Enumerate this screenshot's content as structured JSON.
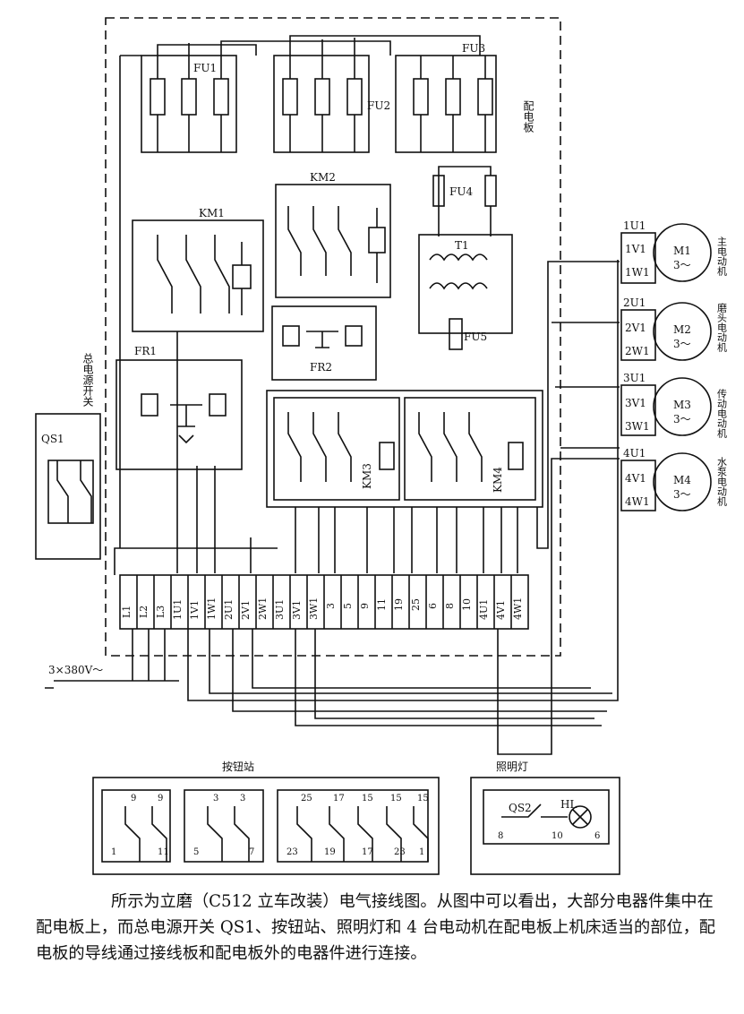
{
  "labels": {
    "panel": "配电板",
    "fu1": "FU1",
    "fu2": "FU2",
    "fu3": "FU3",
    "fu4": "FU4",
    "fu5": "FU5",
    "km1": "KM1",
    "km2": "KM2",
    "km3": "KM3",
    "km4": "KM4",
    "fr1": "FR1",
    "fr2": "FR2",
    "t1": "T1",
    "qs1": "QS1",
    "main_switch": "总电源开关",
    "supply": "3×380V～",
    "button_station": "按钮站",
    "lighting": "照明灯",
    "qs2": "QS2",
    "hl": "HL"
  },
  "motors": [
    {
      "id": "M1",
      "phase": "3～",
      "terminals": [
        "1U1",
        "1V1",
        "1W1"
      ],
      "desc": "主电动机"
    },
    {
      "id": "M2",
      "phase": "3～",
      "terminals": [
        "2U1",
        "2V1",
        "2W1"
      ],
      "desc": "磨头电动机"
    },
    {
      "id": "M3",
      "phase": "3～",
      "terminals": [
        "3U1",
        "3V1",
        "3W1"
      ],
      "desc": "传动电动机"
    },
    {
      "id": "M4",
      "phase": "3～",
      "terminals": [
        "4U1",
        "4V1",
        "4W1"
      ],
      "desc": "水泵电动机"
    }
  ],
  "terminal_block": [
    "L1",
    "L2",
    "L3",
    "1U1",
    "1V1",
    "1W1",
    "2U1",
    "2V1",
    "2W1",
    "3U1",
    "3V1",
    "3W1",
    "3",
    "5",
    "9",
    "11",
    "19",
    "25",
    "6",
    "8",
    "10",
    "4U1",
    "4V1",
    "4W1"
  ],
  "button_station": {
    "top_numbers": [
      "9",
      "9",
      "3",
      "3",
      "25",
      "17",
      "15",
      "15",
      "15"
    ],
    "bottom_numbers": [
      "1",
      "11",
      "5",
      "7",
      "23",
      "19",
      "17",
      "23",
      "1"
    ]
  },
  "lamp_numbers": [
    "8",
    "10",
    "6"
  ],
  "caption": "所示为立磨（C512 立车改装）电气接线图。从图中可以看出，大部分电器件集中在配电板上，而总电源开关 QS1、按钮站、照明灯和 4 台电动机在配电板上机床适当的部位，配电板的导线通过接线板和配电板外的电器件进行连接。"
}
